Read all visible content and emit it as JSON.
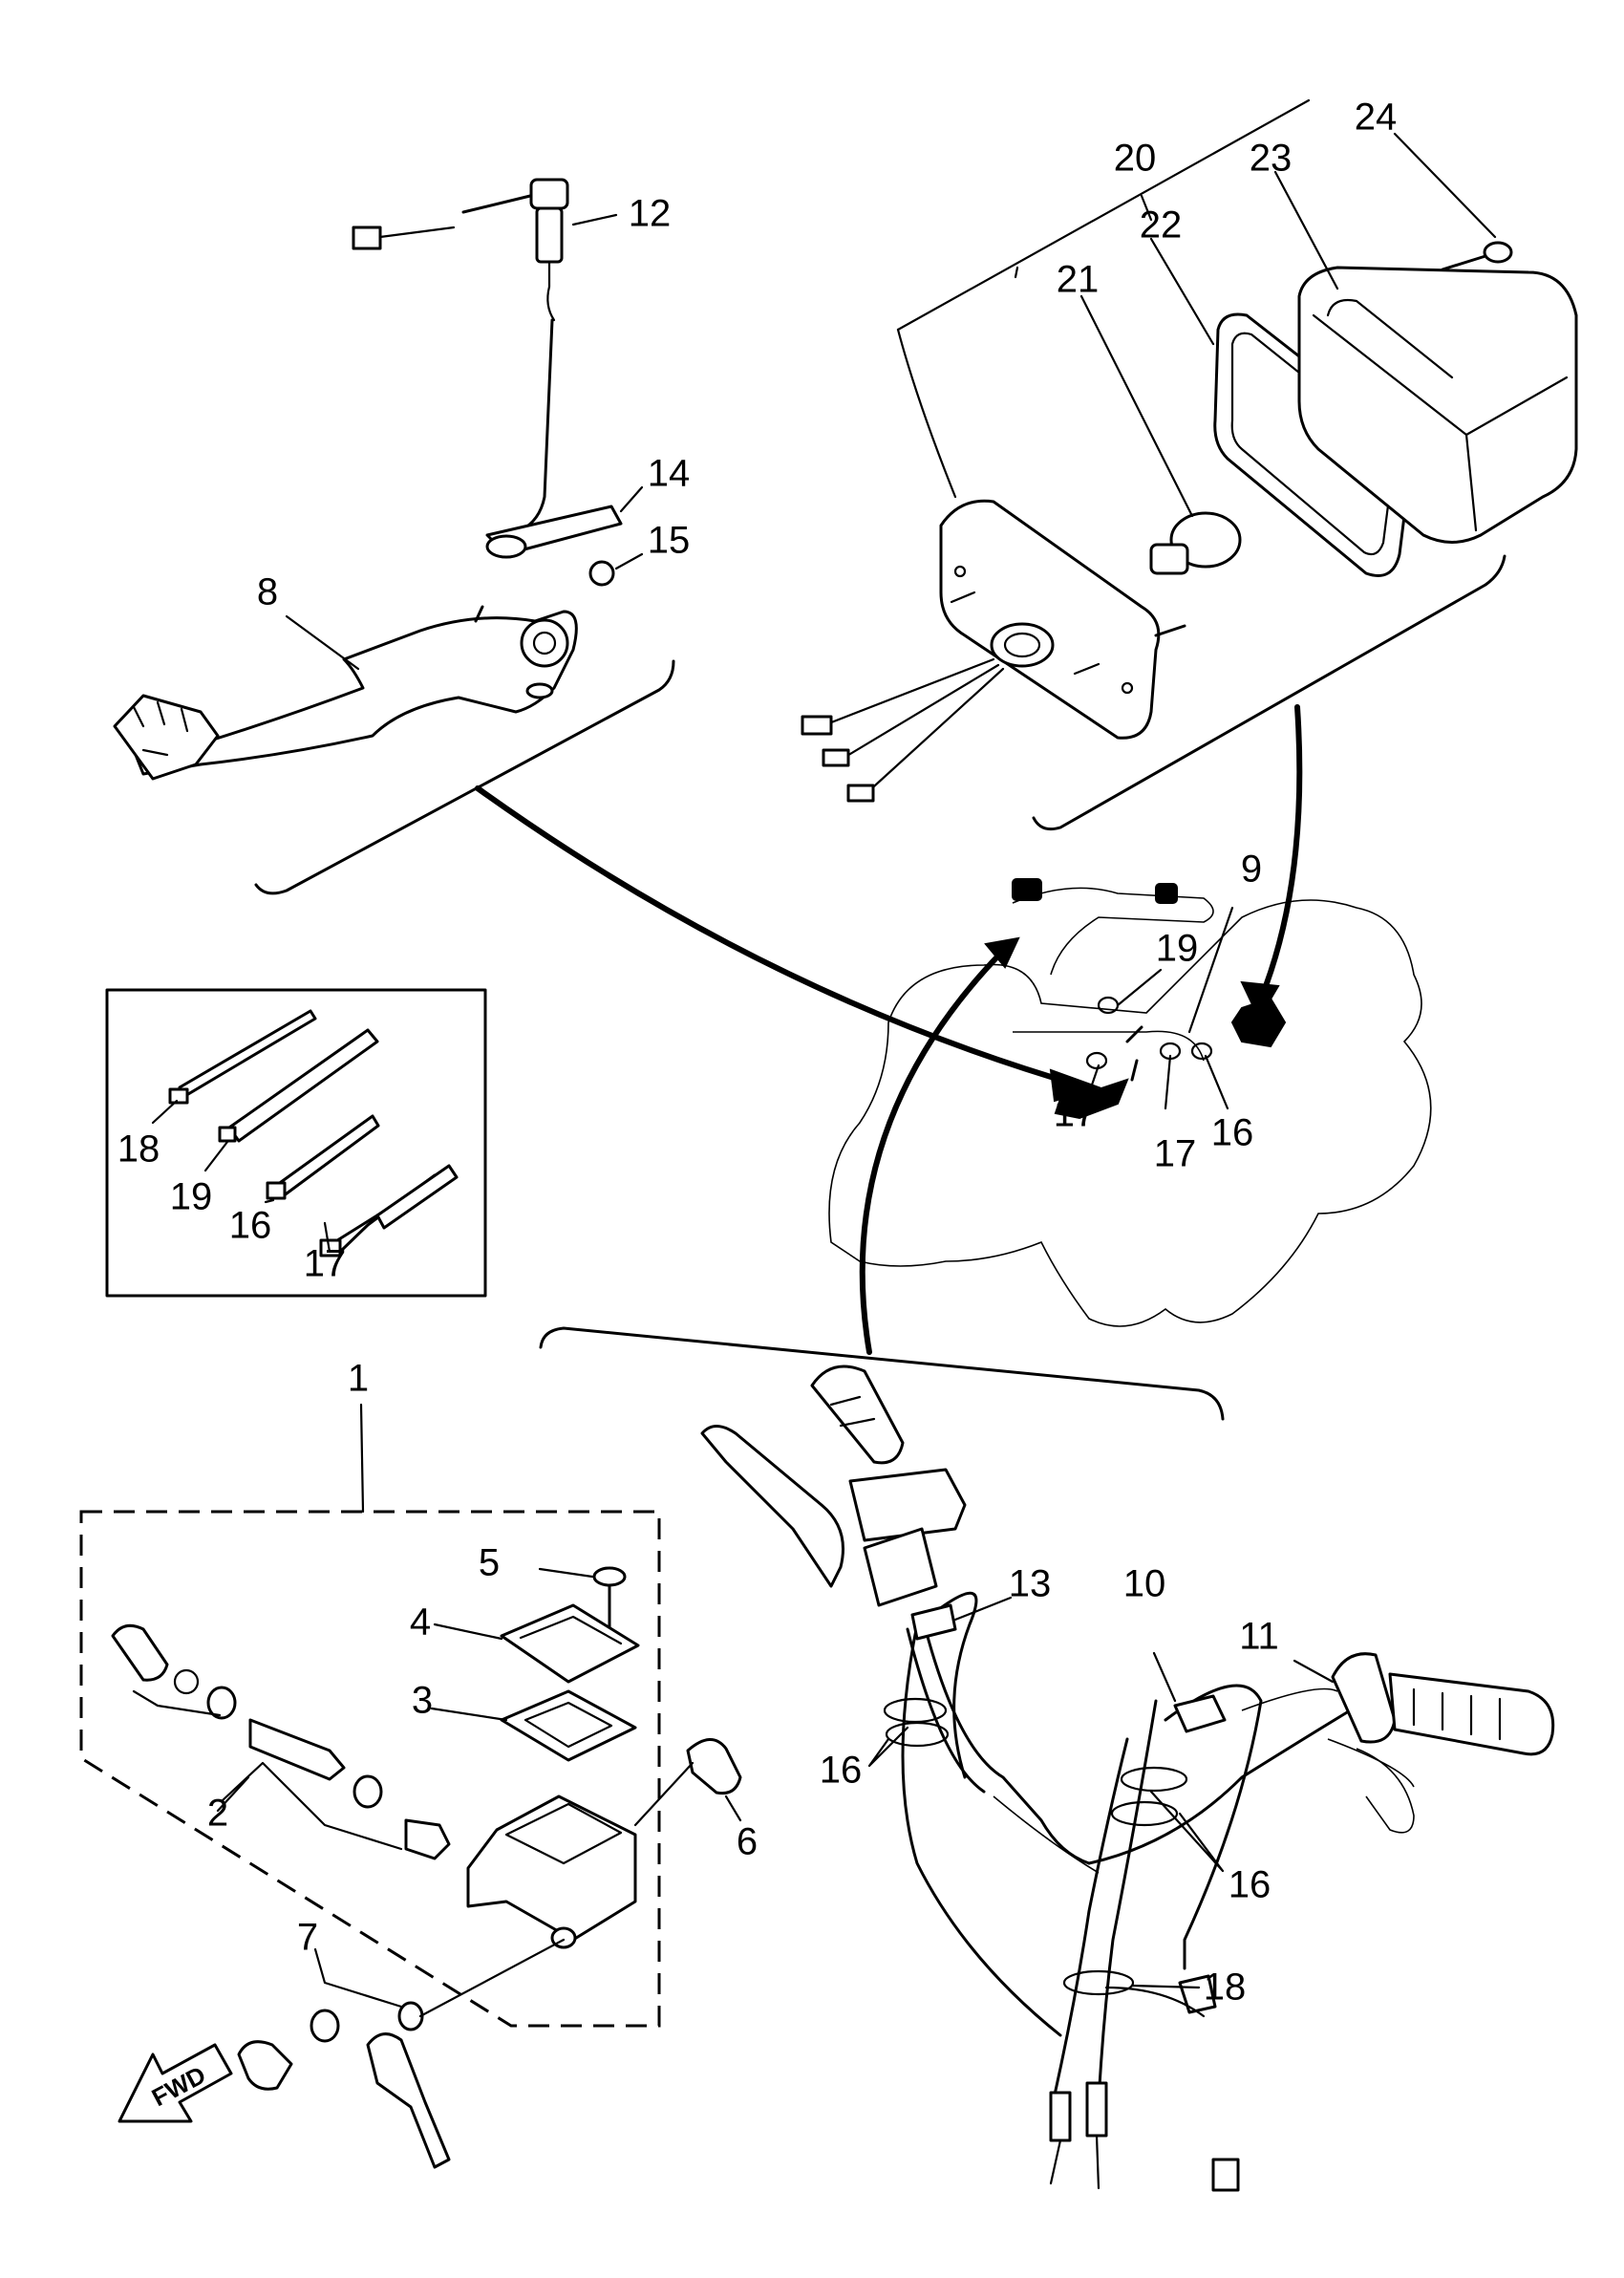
{
  "callouts": {
    "c1": "1",
    "c2": "2",
    "c3": "3",
    "c4": "4",
    "c5": "5",
    "c6": "6",
    "c7": "7",
    "c8": "8",
    "c9": "9",
    "c10": "10",
    "c11": "11",
    "c12": "12",
    "c13": "13",
    "c14": "14",
    "c15": "15",
    "c16_inset": "16",
    "c16_atv": "16",
    "c16_bar_left": "16",
    "c16_bar_right": "16",
    "c17_inset": "17",
    "c17_atv_a": "17",
    "c17_atv_b": "17",
    "c18_inset": "18",
    "c18_harness": "18",
    "c19_inset": "19",
    "c19_atv": "19",
    "c20": "20",
    "c21": "21",
    "c22": "22",
    "c23": "23",
    "c24": "24"
  },
  "direction_arrow": {
    "label": "FWD"
  },
  "icons": {
    "fwd_arrow": "direction-arrow-icon",
    "tail_light": "tail-light-assembly",
    "brake_pedal": "brake-pedal",
    "master_cylinder": "master-cylinder-kit",
    "handlebar_switch": "handlebar-switch",
    "cable_ties": "cable-tie-set",
    "atv_silhouette": "atv-outline"
  }
}
